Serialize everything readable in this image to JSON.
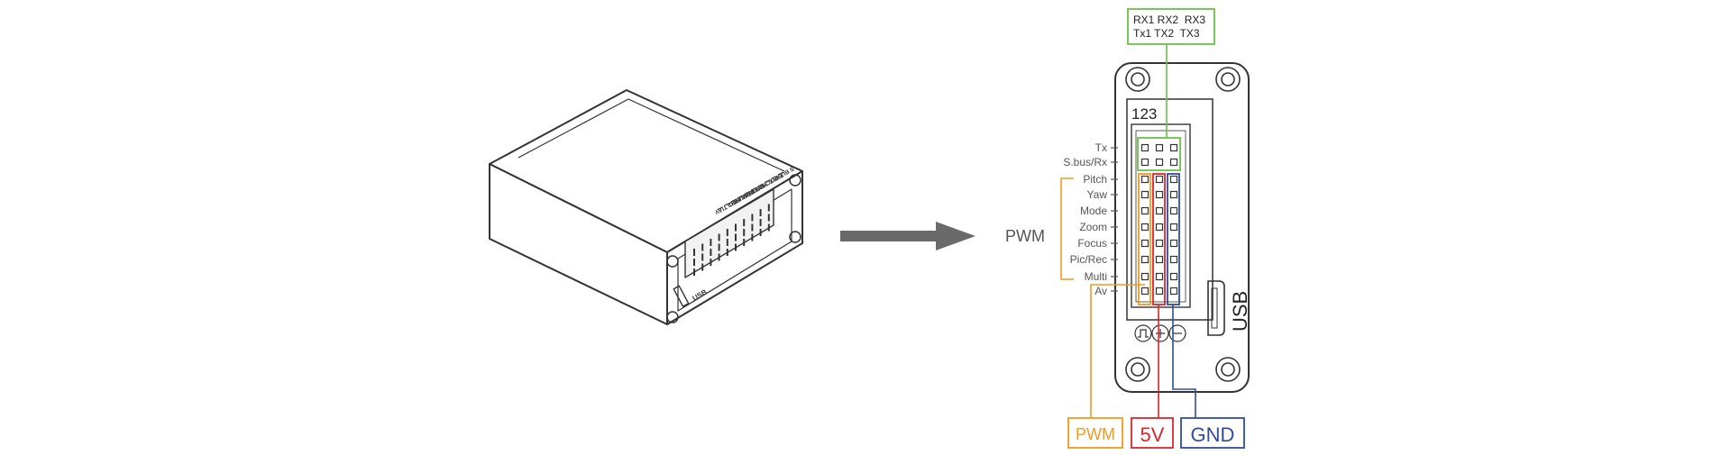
{
  "device_labels": [
    "TX",
    "S BUS/RX",
    "PITCH",
    "YAW",
    "MODE",
    "ZOOM",
    "FOCUS",
    "PIC/REC",
    "MULTI",
    "AV"
  ],
  "device_usb_label": "USB",
  "connector": {
    "columns_label": "123",
    "pin_labels": [
      "Tx",
      "S.bus/Rx",
      "Pitch",
      "Yaw",
      "Mode",
      "Zoom",
      "Focus",
      "Pic/Rec",
      "Multi",
      "Av"
    ],
    "pwm_group_label": "PWM",
    "usb_label": "USB"
  },
  "uart_box": {
    "line1": "RX1 RX2  RX3",
    "line2": "Tx1 TX2  TX3"
  },
  "bottom_labels": {
    "pwm": "PWM",
    "v5": "5V",
    "gnd": "GND"
  },
  "colors": {
    "green": "#6cc04a",
    "orange": "#f39a1e",
    "red": "#d9262e",
    "blue": "#2f4da0",
    "arrow": "#6a6a6a",
    "outline": "#333333"
  }
}
